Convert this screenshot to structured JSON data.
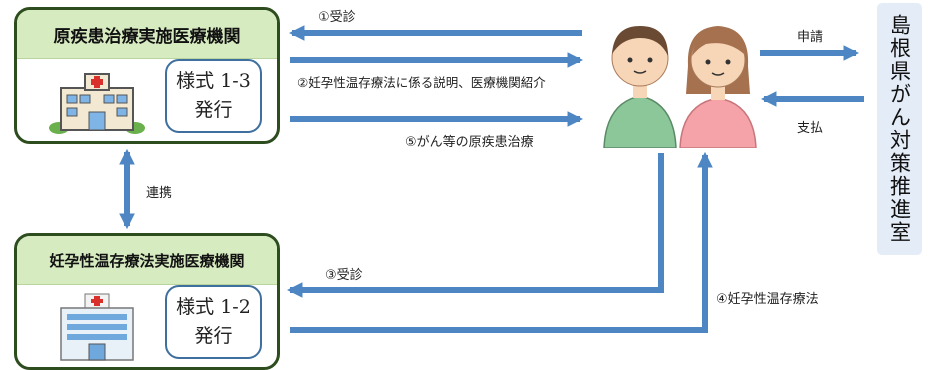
{
  "top_facility": {
    "title": "原疾患治療実施医療機関",
    "form_name": "様式 1-3",
    "form_action": "発行"
  },
  "bottom_facility": {
    "title": "妊孕性温存療法実施医療機関",
    "form_name": "様式 1-2",
    "form_action": "発行"
  },
  "office": {
    "name": "島根県がん対策推進室"
  },
  "flows": {
    "step1": "①受診",
    "step2": "②妊孕性温存療法に係る説明、医療機関紹介",
    "step3": "③受診",
    "step4": "④妊孕性温存療法",
    "step5": "⑤がん等の原疾患治療",
    "apply": "申請",
    "payment": "支払",
    "cooperation": "連携"
  },
  "colors": {
    "arrow": "#4d86c2",
    "box_border": "#2e4d1f",
    "box_header": "#d7ebc0",
    "office_bg": "#e3ecf7"
  }
}
